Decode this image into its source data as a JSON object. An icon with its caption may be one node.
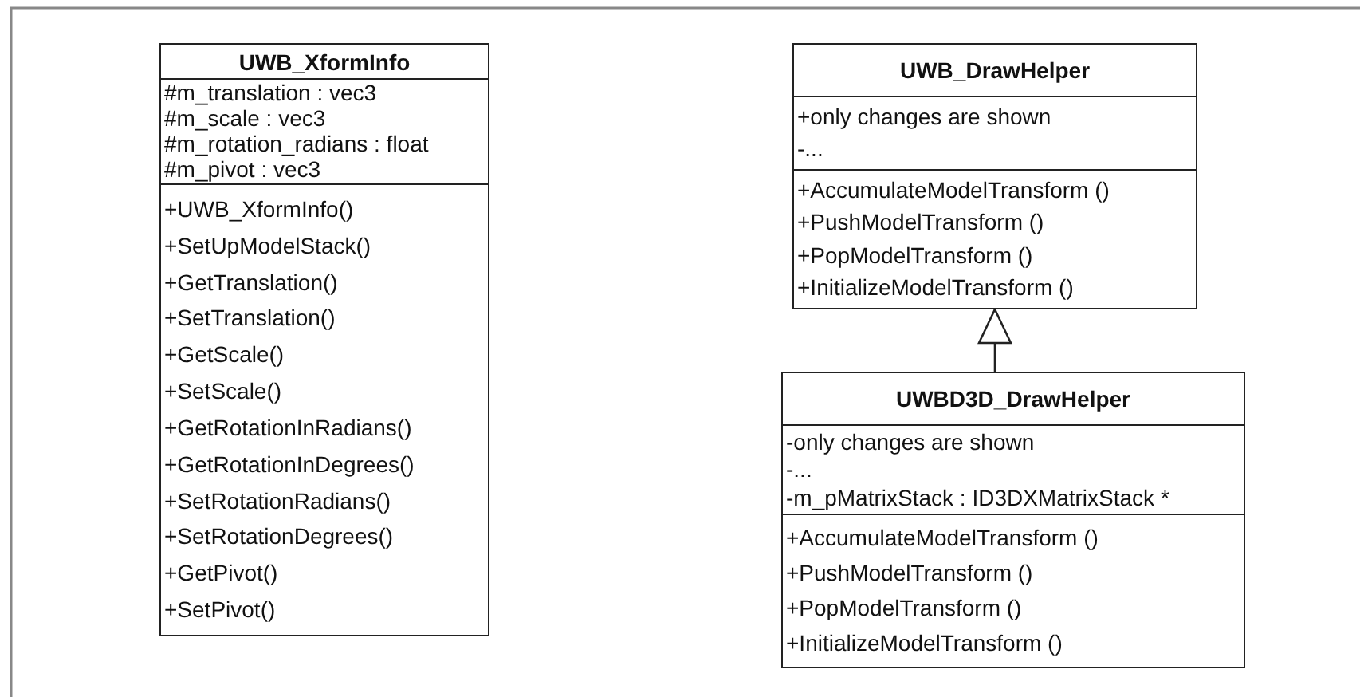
{
  "diagram": {
    "nodes": [
      {
        "text": [
          "UWB_XformInfo"
        ]
      },
      {
        "text": [
          "#m_translation : vec3",
          "#m_scale : vec3",
          "#m_rotation_radians : float",
          "#m_pivot : vec3"
        ],
        "in": 0
      },
      {
        "text": [
          "+UWB_XformInfo()",
          "+SetUpModelStack()",
          "+GetTranslation()",
          "+SetTranslation()",
          "+GetScale()",
          "+SetScale()",
          "+GetRotationInRadians()",
          "+GetRotationInDegrees()",
          "+SetRotationRadians()",
          "+SetRotationDegrees()",
          "+GetPivot()",
          "+SetPivot()"
        ],
        "in": 0
      },
      {
        "text": [
          "UWB_DrawHelper"
        ]
      },
      {
        "text": [
          "+only changes are shown",
          "-..."
        ],
        "in": 3
      },
      {
        "text": [
          "+AccumulateModelTransform ()",
          "+PushModelTransform ()",
          "+PopModelTransform ()",
          "+InitializeModelTransform ()"
        ],
        "in": 3
      },
      {
        "text": [
          "UWBD3D_DrawHelper"
        ]
      },
      {
        "text": [
          "-only changes are shown",
          "-...",
          "-m_pMatrixStack : ID3DXMatrixStack *"
        ],
        "in": 6
      },
      {
        "text": [
          "+AccumulateModelTransform ()",
          "+PushModelTransform ()",
          "+PopModelTransform ()",
          "+InitializeModelTransform ()"
        ],
        "in": 6
      }
    ],
    "edges": [
      {
        "from": 6,
        "to": 3,
        "arrow": "to"
      }
    ]
  }
}
